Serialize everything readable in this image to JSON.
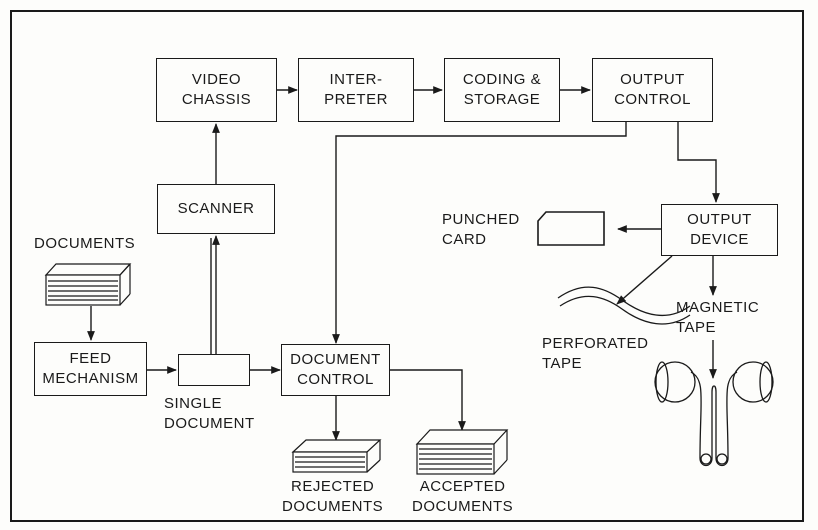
{
  "boxes": {
    "video_chassis": "VIDEO\nCHASSIS",
    "interpreter": "INTER-\nPRETER",
    "coding_storage": "CODING &\nSTORAGE",
    "output_control": "OUTPUT\nCONTROL",
    "scanner": "SCANNER",
    "output_device": "OUTPUT\nDEVICE",
    "feed_mechanism": "FEED\nMECHANISM",
    "document_control": "DOCUMENT\nCONTROL"
  },
  "labels": {
    "documents": "DOCUMENTS",
    "punched_card": "PUNCHED\nCARD",
    "single_document": "SINGLE\nDOCUMENT",
    "perforated_tape": "PERFORATED\nTAPE",
    "magnetic_tape": "MAGNETIC\nTAPE",
    "rejected_documents": "REJECTED\nDOCUMENTS",
    "accepted_documents": "ACCEPTED\nDOCUMENTS"
  }
}
